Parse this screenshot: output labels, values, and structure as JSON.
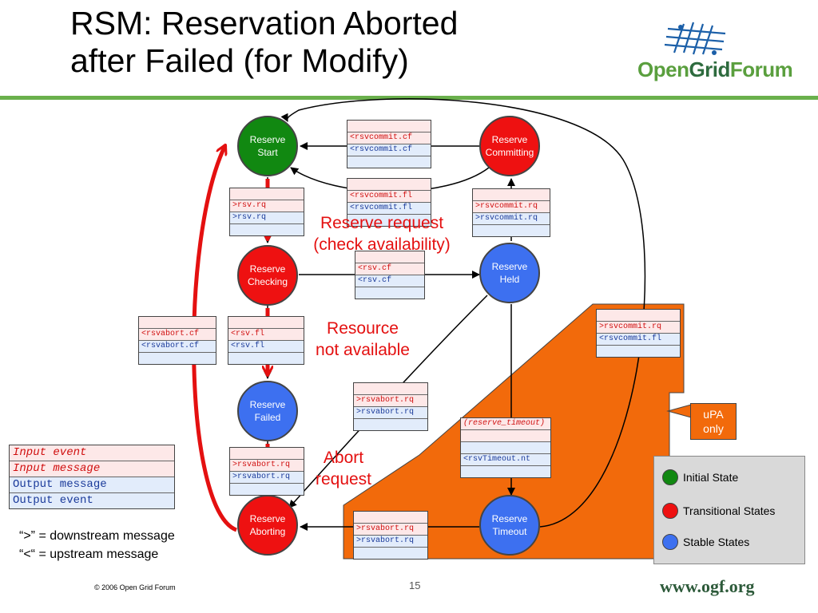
{
  "title": {
    "line1": "RSM: Reservation Aborted",
    "line2": "after Failed (for Modify)"
  },
  "logo": {
    "text_open": "Open",
    "text_grid": "Grid",
    "text_forum": "Forum"
  },
  "states": {
    "reserve_start": "Reserve Start",
    "reserve_committing": "Reserve Committing",
    "reserve_checking": "Reserve Checking",
    "reserve_held": "Reserve Held",
    "reserve_failed": "Reserve Failed",
    "reserve_aborting": "Reserve Aborting",
    "reserve_timeout": "Reserve Timeout"
  },
  "msgboxes": {
    "commit_cf": [
      "<rsvcommit.cf",
      "<rsvcommit.cf"
    ],
    "commit_fl": [
      "<rsvcommit.fl",
      "<rsvcommit.fl"
    ],
    "rsv_rq": [
      ">rsv.rq",
      ">rsv.rq"
    ],
    "commit_rq": [
      ">rsvcommit.rq",
      ">rsvcommit.rq"
    ],
    "rsv_cf": [
      "<rsv.cf",
      "<rsv.cf"
    ],
    "abort_cf": [
      "<rsvabort.cf",
      "<rsvabort.cf"
    ],
    "rsv_fl": [
      "<rsv.fl",
      "<rsv.fl"
    ],
    "commit_rq_fl": [
      ">rsvcommit.rq",
      "<rsvcommit.fl"
    ],
    "abort_rq_mid": [
      ">rsvabort.rq",
      ">rsvabort.rq"
    ],
    "timeout": [
      "(reserve_timeout)",
      "<rsvTimeout.nt"
    ],
    "abort_rq_left": [
      ">rsvabort.rq",
      ">rsvabort.rq"
    ],
    "abort_rq_bottom": [
      ">rsvabort.rq",
      ">rsvabort.rq"
    ]
  },
  "labels": {
    "reserve_request": "Reserve request",
    "check_availability": "(check availability)",
    "resource": "Resource",
    "not_available": "not available",
    "abort": "Abort",
    "request": "request"
  },
  "legend_table": [
    "Input event",
    "Input message",
    "Output message",
    "Output event"
  ],
  "notes": {
    "downstream": "“>” = downstream message",
    "upstream": "“<“ = upstream message"
  },
  "upa": {
    "line1": "uPA",
    "line2": "only"
  },
  "legend": {
    "initial": "Initial State",
    "transitional": "Transitional States",
    "stable": "Stable States"
  },
  "colors": {
    "initial": "#118811",
    "transitional": "#ee1111",
    "stable": "#3d70f0",
    "orange": "#f26a0b",
    "accent_green": "#6ab04c"
  },
  "footer": {
    "copyright": "© 2006 Open Grid Forum",
    "page": "15",
    "url": "www.ogf.org"
  }
}
